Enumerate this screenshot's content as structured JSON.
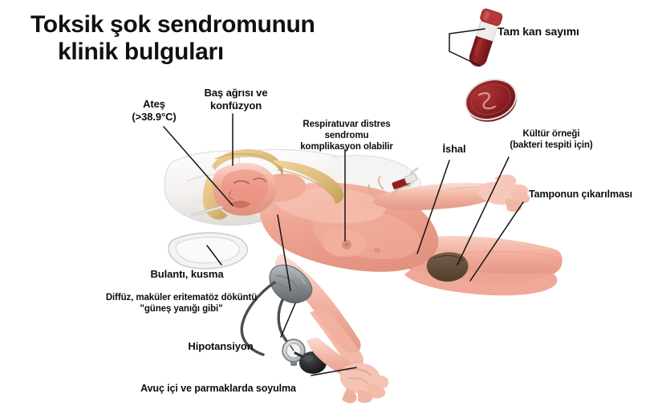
{
  "title": {
    "line1": "Toksik şok sendromunun",
    "line2": "klinik bulguları"
  },
  "illustration": {
    "description": "Sırtüstü yatan, yüzü ve gövdesi kızarık kadın hasta; yastıklar, ağızda derece, kolda tansiyon manşonu, kan alma iğnesi, kan tüpü ve kültür plağı",
    "colors": {
      "skin": "#f0a896",
      "skin_shadow": "#d98d7c",
      "skin_light": "#f8d2c6",
      "rash": "#ef8e7c",
      "hair": "#e4c489",
      "hair_shadow": "#c9a45f",
      "pillow": "#f4f2f0",
      "pillow_shade": "#e2e0df",
      "cuff": "#8e9295",
      "cuff_dark": "#6a6e71",
      "tubing": "#4a4e51",
      "blood": "#8f1f22",
      "blood_light": "#b3393a",
      "line": "#141414",
      "background": "#ffffff"
    },
    "items": [
      "blood-collection-tube",
      "blood-agar-culture-plate",
      "emesis-basin",
      "oral-thermometer",
      "blood-pressure-cuff",
      "sphygmomanometer-gauge",
      "sphygmomanometer-bulb",
      "venipuncture-syringe",
      "peeling-hand"
    ]
  },
  "labels": [
    {
      "id": "ates",
      "text": "Ateş\n(>38.9°C)"
    },
    {
      "id": "bas",
      "text": "Baş ağrısı ve\nkonfüzyon"
    },
    {
      "id": "resp",
      "text": "Respiratuvar distres\nsendromu\nkomplikasyon olabilir"
    },
    {
      "id": "tamkan",
      "text": "Tam kan sayımı"
    },
    {
      "id": "ishal",
      "text": "İshal"
    },
    {
      "id": "kultur",
      "text": "Kültür örneği\n(bakteri tespiti için)"
    },
    {
      "id": "tampon",
      "text": "Tamponun çıkarılması"
    },
    {
      "id": "bulanti",
      "text": "Bulantı, kusma"
    },
    {
      "id": "diffuz",
      "text": "Diffüz, maküler eritematöz döküntü\n\"güneş yanığı gibi\""
    },
    {
      "id": "hipo",
      "text": "Hipotansiyon"
    },
    {
      "id": "avuc",
      "text": "Avuç içi ve parmaklarda soyulma"
    }
  ]
}
